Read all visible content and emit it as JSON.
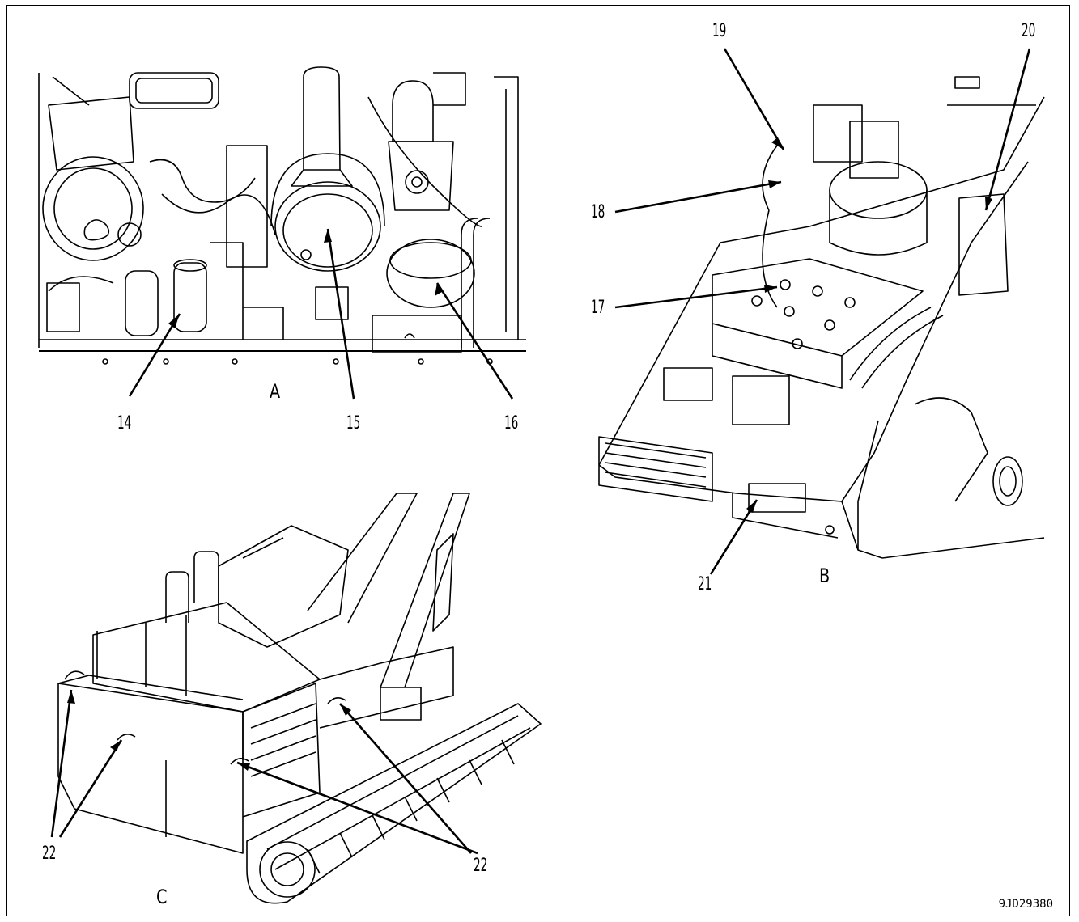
{
  "figure_id": "9JD29380",
  "views": {
    "a": "A",
    "b": "B",
    "c": "C"
  },
  "callouts": {
    "n14": "14",
    "n15": "15",
    "n16": "16",
    "n17": "17",
    "n18": "18",
    "n19": "19",
    "n20": "20",
    "n21": "21",
    "n22_left": "22",
    "n22_right": "22"
  }
}
